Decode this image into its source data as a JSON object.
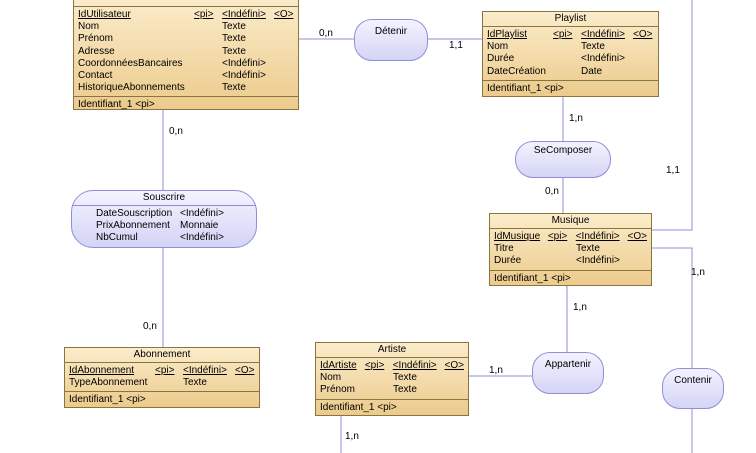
{
  "entities": {
    "utilisateur": {
      "attrs": [
        {
          "name": "IdUtilisateur",
          "type": "<pi>",
          "domain": "<Indéfini>",
          "flag": "<O>"
        },
        {
          "name": "Nom",
          "type": "",
          "domain": "Texte",
          "flag": ""
        },
        {
          "name": "Prénom",
          "type": "",
          "domain": "Texte",
          "flag": ""
        },
        {
          "name": "Adresse",
          "type": "",
          "domain": "Texte",
          "flag": ""
        },
        {
          "name": "CoordonnéesBancaires",
          "type": "",
          "domain": "<Indéfini>",
          "flag": ""
        },
        {
          "name": "Contact",
          "type": "",
          "domain": "<Indéfini>",
          "flag": ""
        },
        {
          "name": "HistoriqueAbonnements",
          "type": "",
          "domain": "Texte",
          "flag": ""
        }
      ],
      "identifier": "Identifiant_1   <pi>"
    },
    "playlist": {
      "title": "Playlist",
      "attrs": [
        {
          "name": "IdPlaylist",
          "type": "<pi>",
          "domain": "<Indéfini>",
          "flag": "<O>"
        },
        {
          "name": "Nom",
          "type": "",
          "domain": "Texte",
          "flag": ""
        },
        {
          "name": "Durée",
          "type": "",
          "domain": "<Indéfini>",
          "flag": ""
        },
        {
          "name": "DateCréation",
          "type": "",
          "domain": "Date",
          "flag": ""
        }
      ],
      "identifier": "Identifiant_1   <pi>"
    },
    "musique": {
      "title": "Musique",
      "attrs": [
        {
          "name": "IdMusique",
          "type": "<pi>",
          "domain": "<Indéfini>",
          "flag": "<O>"
        },
        {
          "name": "Titre",
          "type": "",
          "domain": "Texte",
          "flag": ""
        },
        {
          "name": "Durée",
          "type": "",
          "domain": "<Indéfini>",
          "flag": ""
        }
      ],
      "identifier": "Identifiant_1   <pi>"
    },
    "abonnement": {
      "title": "Abonnement",
      "attrs": [
        {
          "name": "IdAbonnement",
          "type": "<pi>",
          "domain": "<Indéfini>",
          "flag": "<O>"
        },
        {
          "name": "TypeAbonnement",
          "type": "",
          "domain": "Texte",
          "flag": ""
        }
      ],
      "identifier": "Identifiant_1   <pi>"
    },
    "artiste": {
      "title": "Artiste",
      "attrs": [
        {
          "name": "IdArtiste",
          "type": "<pi>",
          "domain": "<Indéfini>",
          "flag": "<O>"
        },
        {
          "name": "Nom",
          "type": "",
          "domain": "Texte",
          "flag": ""
        },
        {
          "name": "Prénom",
          "type": "",
          "domain": "Texte",
          "flag": ""
        }
      ],
      "identifier": "Identifiant_1   <pi>"
    }
  },
  "associations": {
    "detenir": {
      "title": "Détenir"
    },
    "secomposer": {
      "title": "SeComposer"
    },
    "souscrire": {
      "title": "Souscrire",
      "attrs": [
        {
          "name": "DateSouscription",
          "domain": "<Indéfini>"
        },
        {
          "name": "PrixAbonnement",
          "domain": "Monnaie"
        },
        {
          "name": "NbCumul",
          "domain": "<Indéfini>"
        }
      ]
    },
    "appartenir": {
      "title": "Appartenir"
    },
    "contenir": {
      "title": "Contenir"
    }
  },
  "cardinalities": {
    "util_detenir": "0,n",
    "detenir_playlist": "1,1",
    "playlist_secomposer": "1,n",
    "secomposer_musique": "0,n",
    "util_souscrire": "0,n",
    "souscrire_abonnement": "0,n",
    "musique_appartenir": "1,n",
    "appartenir_artiste": "1,n",
    "right_line_top": "1,1",
    "musique_contenir": "1,n",
    "artiste_bottom": "1,n"
  },
  "colors": {
    "entity_border": "#8a7440",
    "entity_fill_top": "#fbeccb",
    "entity_fill_bottom": "#eccb8c",
    "association_border": "#8f8fd8",
    "association_fill": "#dcdcf8",
    "link_line": "#8f8fd8"
  }
}
